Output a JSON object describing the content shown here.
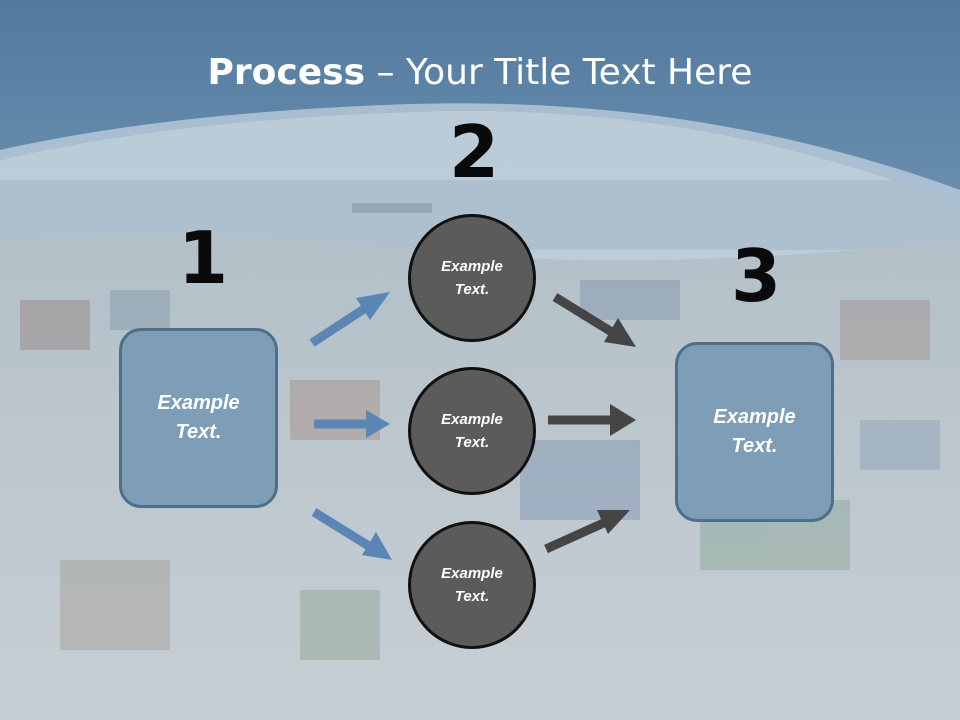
{
  "title": {
    "bold": "Process",
    "rest": " – Your Title Text Here"
  },
  "colors": {
    "header": "#5f85a7",
    "box_fill": "#7e9db7",
    "box_border": "#4f6f88",
    "circle_fill": "#5b5b5b",
    "arrow_blue": "#5b85b4",
    "arrow_dark": "#454545"
  },
  "steps": [
    {
      "number": "1",
      "text_line1": "Example",
      "text_line2": "Text."
    },
    {
      "number": "2",
      "text_line1": "Example",
      "text_line2": "Text."
    },
    {
      "number": "3",
      "text_line1": "Example",
      "text_line2": "Text."
    }
  ],
  "circles": [
    {
      "text_line1": "Example",
      "text_line2": "Text."
    },
    {
      "text_line1": "Example",
      "text_line2": "Text."
    },
    {
      "text_line1": "Example",
      "text_line2": "Text."
    }
  ]
}
